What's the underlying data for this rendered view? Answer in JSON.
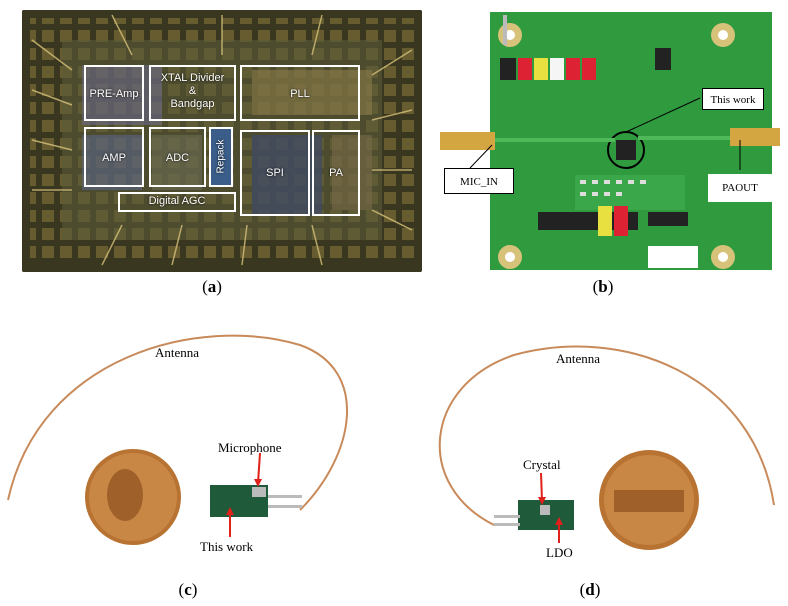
{
  "panels": {
    "a": {
      "caption": "a",
      "blocks": {
        "pre_amp": "PRE-Amp",
        "xtal": "XTAL Divider\n&\nBandgap",
        "pll": "PLL",
        "amp": "AMP",
        "adc": "ADC",
        "repack": "Repack",
        "spi": "SPI",
        "pa": "PA",
        "digital_agc": "Digital AGC"
      }
    },
    "b": {
      "caption": "b",
      "callouts": {
        "this_work": "This work",
        "mic_in": "MIC_IN",
        "paout": "PAOUT"
      }
    },
    "c": {
      "caption": "c",
      "labels": {
        "antenna": "Antenna",
        "microphone": "Microphone",
        "this_work": "This work"
      }
    },
    "d": {
      "caption": "d",
      "labels": {
        "antenna": "Antenna",
        "crystal": "Crystal",
        "ldo": "LDO"
      }
    }
  },
  "colors": {
    "die_bg": "#2b2a1a",
    "pcb_green": "#2f9a3e",
    "copper": "#c88a5a",
    "arrow": "#e0201a",
    "module": "#1f5a3a"
  }
}
